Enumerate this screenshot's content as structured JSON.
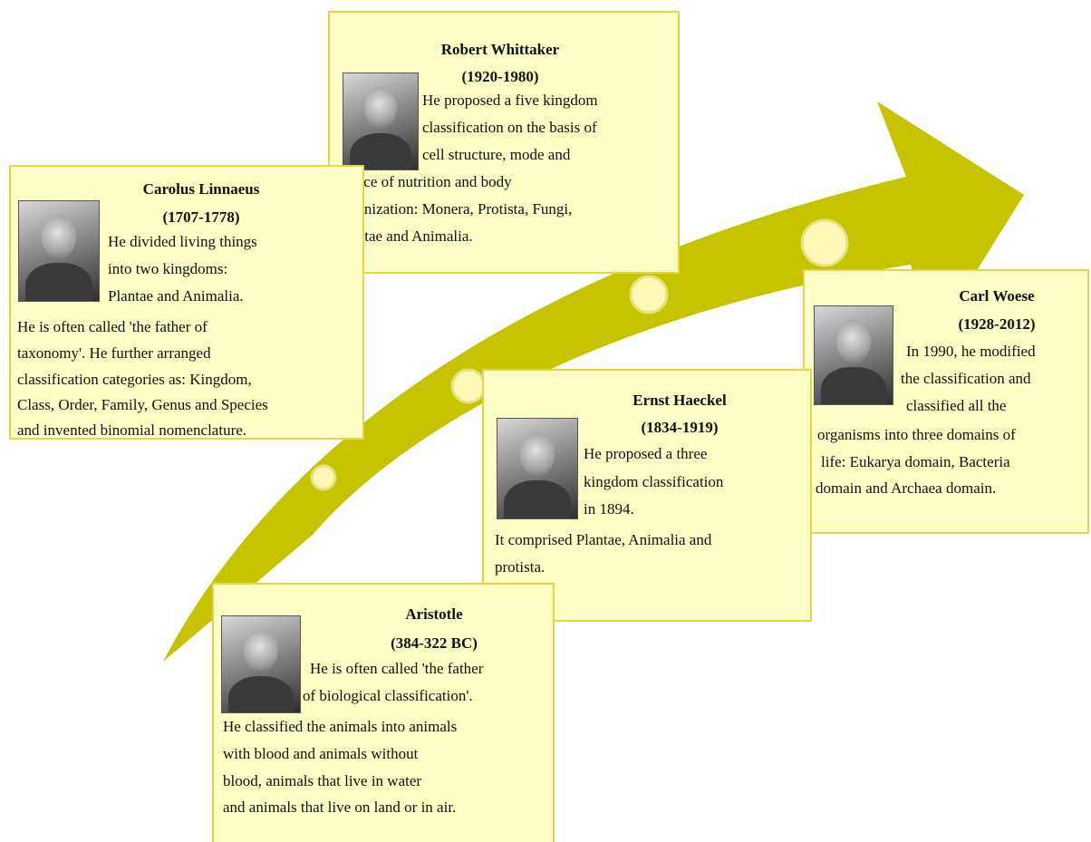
{
  "colors": {
    "arrow": "#c6c300",
    "card_bg": "#fdfdc6",
    "card_border": "#e3d64a",
    "dot_fill": "#fdf7b8"
  },
  "cards": {
    "whittaker": {
      "name": "Robert Whittaker",
      "years": "(1920-1980)",
      "lines": [
        "He proposed a five kingdom",
        "classification on the basis of",
        "cell structure, mode and",
        "source of nutrition and body",
        "organization: Monera, Protista, Fungi,",
        "Plantae and Animalia."
      ]
    },
    "linnaeus": {
      "name": "Carolus Linnaeus",
      "years": "(1707-1778)",
      "lines": [
        "He divided living things",
        "into two  kingdoms:",
        "Plantae and Animalia.",
        "He is often called 'the father of",
        "taxonomy'. He further arranged",
        "classification categories as: Kingdom,",
        "Class, Order, Family, Genus and Species",
        "and invented binomial nomenclature."
      ]
    },
    "woese": {
      "name": "Carl Woese",
      "years": "(1928-2012)",
      "lines": [
        "In 1990, he modified",
        "the  classification and",
        "classified all the",
        "organisms into three domains of",
        "life: Eukarya domain, Bacteria",
        "domain and Archaea domain."
      ]
    },
    "haeckel": {
      "name": "Ernst Haeckel",
      "years": "(1834-1919)",
      "lines": [
        "He proposed a three",
        "kingdom classification",
        "in 1894.",
        "It comprised Plantae, Animalia and",
        "protista."
      ]
    },
    "aristotle": {
      "name": "Aristotle",
      "years": "(384-322 BC)",
      "lines": [
        "He is often called 'the father",
        "of  biological classification'.",
        "He classified the animals into animals",
        "with blood and animals without",
        "blood, animals that live in water",
        "and animals that live on land or in air."
      ]
    }
  }
}
